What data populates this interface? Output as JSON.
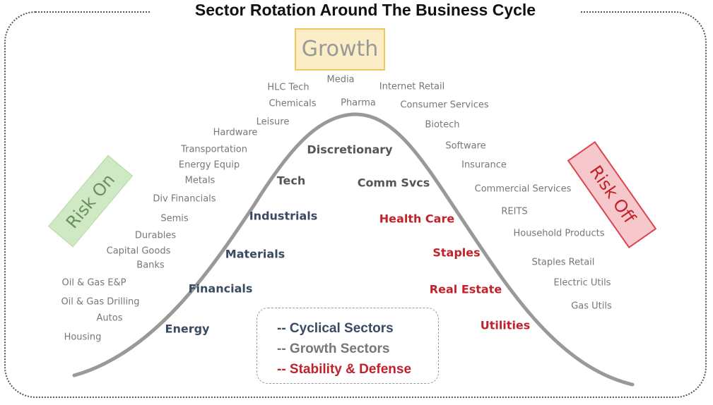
{
  "title": "Sector Rotation Around The Business Cycle",
  "phases": {
    "growth": "Growth",
    "risk_on": "Risk On",
    "risk_off": "Risk Off"
  },
  "industries": [
    "HLC Tech",
    "Media",
    "Internet Retail",
    "Chemicals",
    "Pharma",
    "Consumer Services",
    "Leisure",
    "Hardware",
    "Biotech",
    "Transportation",
    "Software",
    "Energy Equip",
    "Insurance",
    "Metals",
    "Commercial Services",
    "Div Financials",
    "REITS",
    "Semis",
    "Household Products",
    "Durables",
    "Capital Goods",
    "Staples Retail",
    "Banks",
    "Oil & Gas E&P",
    "Electric Utils",
    "Oil & Gas Drilling",
    "Autos",
    "Gas Utils",
    "Housing"
  ],
  "sectors": {
    "growth": [
      "Discretionary",
      "Tech",
      "Comm Svcs"
    ],
    "cyclical": [
      "Industrials",
      "Materials",
      "Financials",
      "Energy"
    ],
    "defensive": [
      "Health Care",
      "Staples",
      "Real Estate",
      "Utilities"
    ]
  },
  "legend": [
    "-- Cyclical Sectors",
    "-- Growth Sectors",
    "-- Stability & Defense"
  ],
  "colors": {
    "cyclical": "#3a4a60",
    "growth": "#555555",
    "defensive": "#c0222b",
    "curve": "#999999"
  }
}
